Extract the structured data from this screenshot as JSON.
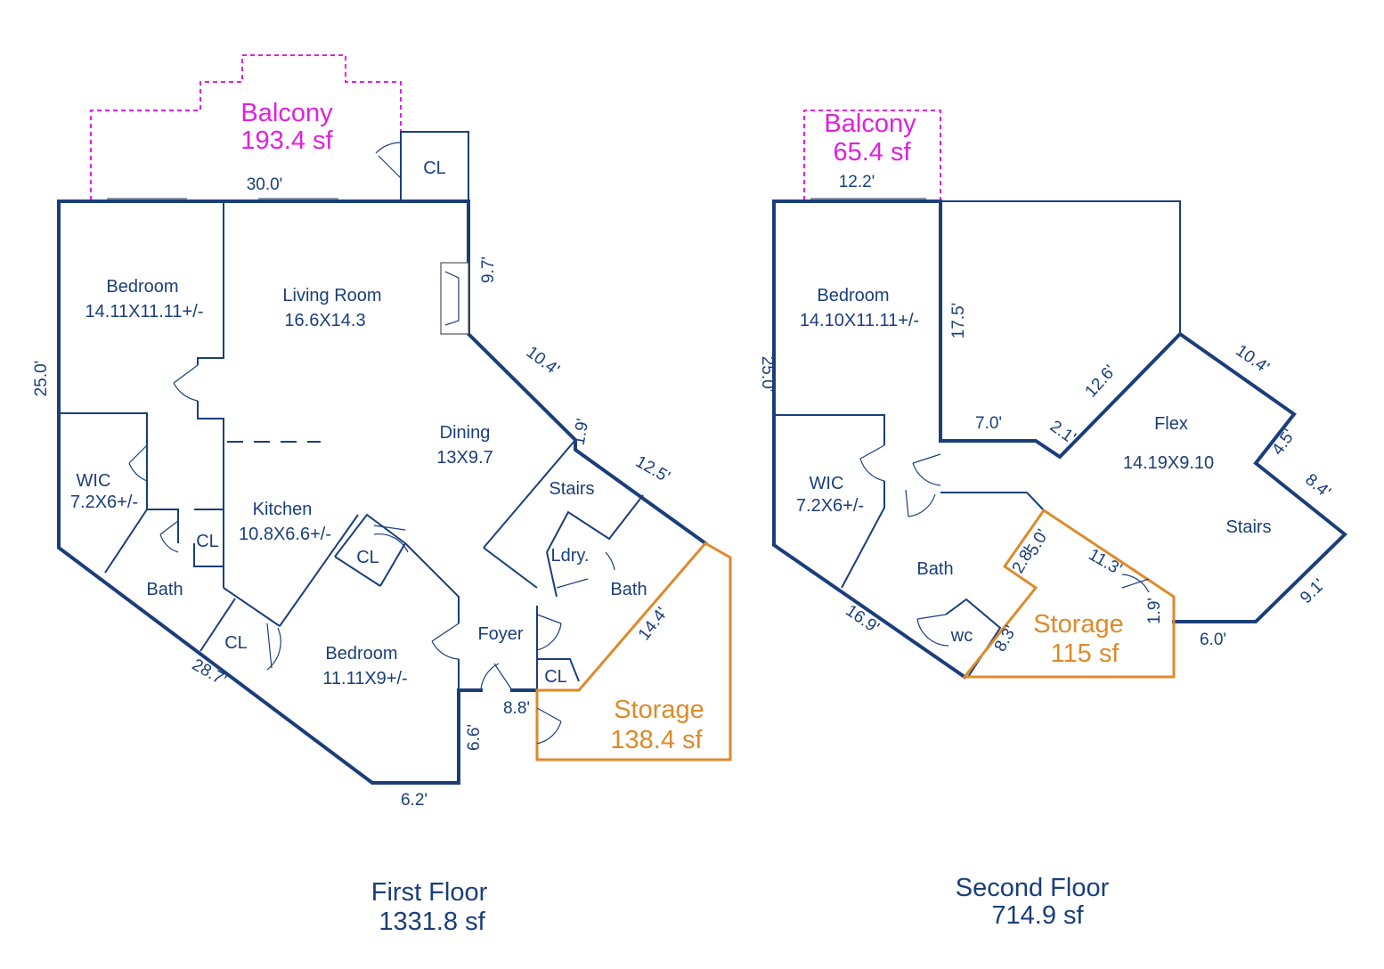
{
  "first_floor": {
    "title": "First Floor",
    "area": "1331.8 sf",
    "balcony": {
      "name": "Balcony",
      "area": "193.4 sf"
    },
    "storage": {
      "name": "Storage",
      "area": "138.4 sf"
    },
    "rooms": {
      "bedroom1": {
        "name": "Bedroom",
        "size": "14.11X11.11+/-"
      },
      "living": {
        "name": "Living Room",
        "size": "16.6X14.3"
      },
      "dining": {
        "name": "Dining",
        "size": "13X9.7"
      },
      "wic": {
        "name": "WIC",
        "size": "7.2X6+/-"
      },
      "kitchen": {
        "name": "Kitchen",
        "size": "10.8X6.6+/-"
      },
      "bedroom2": {
        "name": "Bedroom",
        "size": "11.11X9+/-"
      },
      "bath1": "Bath",
      "bath2": "Bath",
      "stairs": "Stairs",
      "laundry": "Ldry.",
      "foyer": "Foyer",
      "cl_balcony": "CL",
      "cl_kitchen": "CL",
      "cl_hall": "CL",
      "cl_bath": "CL",
      "cl_foyer": "CL"
    },
    "dims": {
      "top": "30.0'",
      "left": "25.0'",
      "fireplace": "9.7'",
      "diag1": "10.4'",
      "short": "1.9'",
      "stairs_wall": "12.5'",
      "storage_diag": "14.4'",
      "bottom_diag": "28.7'",
      "bottom": "6.2'",
      "entry_v": "6.6'",
      "entry_h": "8.8'"
    }
  },
  "second_floor": {
    "title": "Second Floor",
    "area": "714.9 sf",
    "balcony": {
      "name": "Balcony",
      "area": "65.4 sf"
    },
    "storage": {
      "name": "Storage",
      "area": "115 sf"
    },
    "rooms": {
      "bedroom": {
        "name": "Bedroom",
        "size": "14.10X11.11+/-"
      },
      "wic": {
        "name": "WIC",
        "size": "7.2X6+/-"
      },
      "bath": "Bath",
      "wc": "wc",
      "flex": {
        "name": "Flex",
        "size": "14.19X9.10"
      },
      "stairs": "Stairs"
    },
    "dims": {
      "balcony_w": "12.2'",
      "left": "25.0'",
      "mid_v": "17.5'",
      "seven": "7.0'",
      "two_one": "2.1'",
      "twelve_six": "12.6'",
      "ten_four": "10.4'",
      "four_five": "4.5'",
      "eight_four": "8.4'",
      "nine_one": "9.1'",
      "six": "6.0'",
      "sixteen_nine": "16.9'",
      "eight_three": "8.3'",
      "eleven_three": "11.3'",
      "one_nine": "1.9'",
      "five_zero": "5.0'",
      "two_eight": "2.8'"
    }
  },
  "colors": {
    "wall": "#1a3e7a",
    "balcony": "#e020e0",
    "storage": "#dd8a2a"
  }
}
